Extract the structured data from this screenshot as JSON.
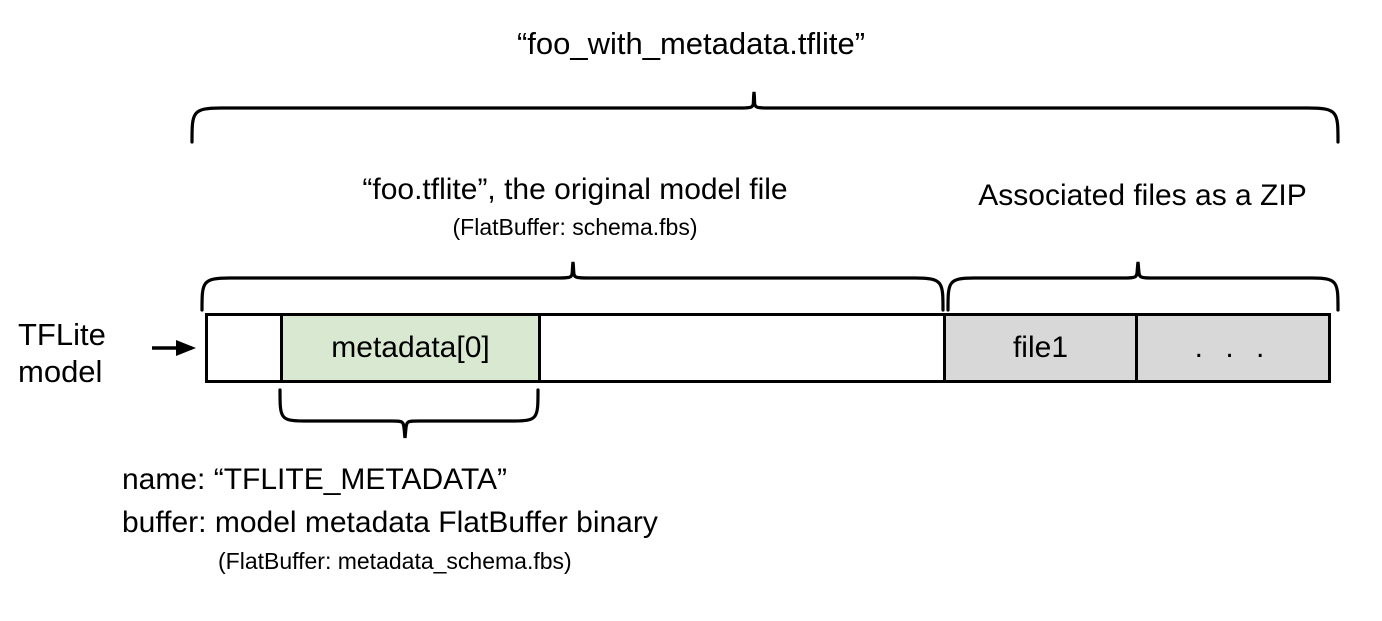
{
  "diagram": {
    "title": "“foo_with_metadata.tflite”",
    "left_label": "TFLite\nmodel",
    "sections": {
      "model_file": {
        "label": "“foo.tflite”, the original model file",
        "sub_label": "(FlatBuffer: schema.fbs)"
      },
      "zip": {
        "label": "Associated files as a ZIP"
      }
    },
    "bar_cells": [
      {
        "name": "pad-left",
        "label": "",
        "fill": "#ffffff"
      },
      {
        "name": "metadata",
        "label": "metadata[0]",
        "fill": "#d9e9d1"
      },
      {
        "name": "pad-mid",
        "label": "",
        "fill": "#ffffff"
      },
      {
        "name": "file1",
        "label": "file1",
        "fill": "#d8d8d8"
      },
      {
        "name": "ellipsis",
        "label": ". . .",
        "fill": "#d8d8d8"
      }
    ],
    "metadata_detail": {
      "name_line": "name: “TFLITE_METADATA”",
      "buffer_line": "buffer: model metadata FlatBuffer binary",
      "buffer_sub": "(FlatBuffer: metadata_schema.fbs)"
    },
    "colors": {
      "stroke": "#000000",
      "metadata_fill": "#d9e9d1",
      "zip_fill": "#d8d8d8",
      "background": "#ffffff"
    }
  }
}
